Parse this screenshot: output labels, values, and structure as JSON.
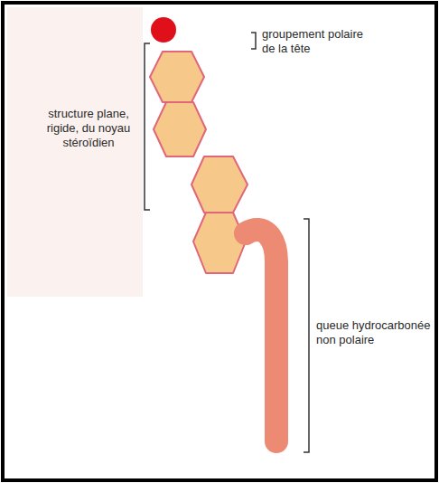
{
  "diagram": {
    "labels": [
      "groupement polaire de la tête",
      "structure plane, rigide, du noyau stéroïdien",
      "queue hydrocarbonée non polaire"
    ]
  }
}
